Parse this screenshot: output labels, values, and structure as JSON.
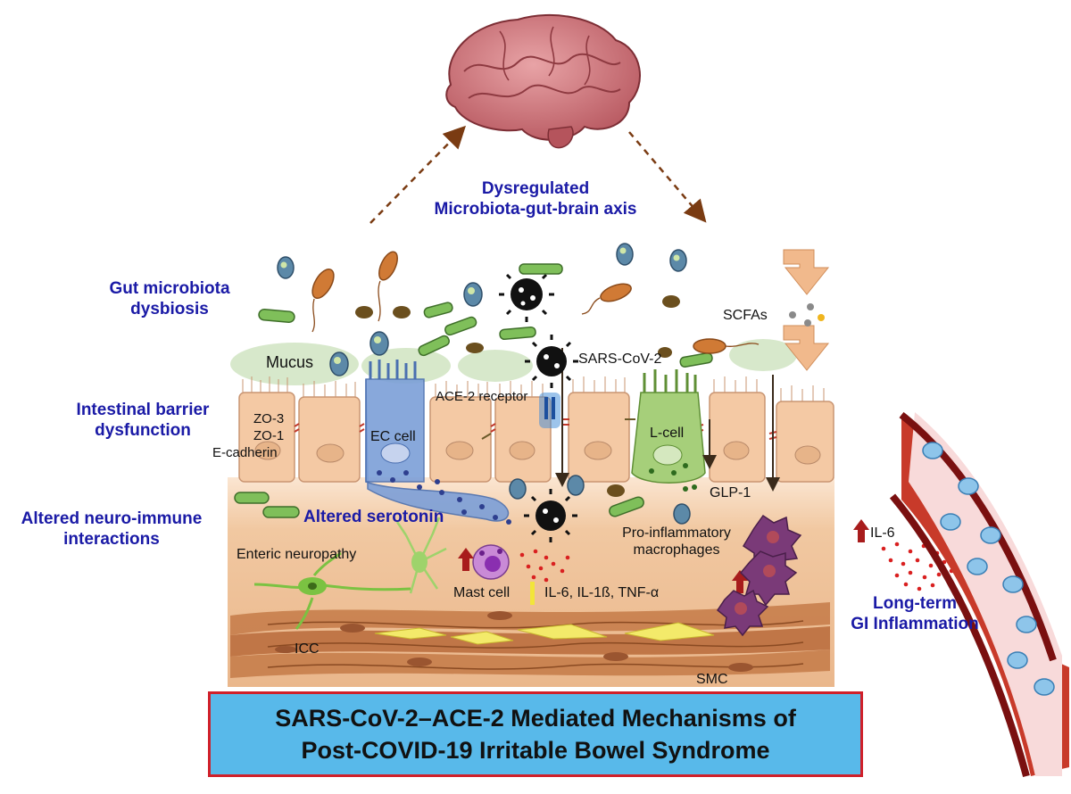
{
  "diagram": {
    "axis_label": [
      "Dysregulated",
      "Microbiota-gut-brain axis"
    ],
    "side_labels": {
      "dysbiosis": [
        "Gut microbiota",
        "dysbiosis"
      ],
      "barrier": [
        "Intestinal barrier",
        "dysfunction"
      ],
      "neuro_immune": [
        "Altered neuro-immune",
        "interactions"
      ],
      "serotonin": "Altered serotonin",
      "gi_inflammation": [
        "Long-term",
        "GI Inflammation"
      ]
    },
    "labels": {
      "mucus": "Mucus",
      "sars": "SARS-CoV-2",
      "ace2": "ACE-2 receptor",
      "scfas": "SCFAs",
      "zo3": "ZO-3",
      "zo1": "ZO-1",
      "ecadherin": "E-cadherin",
      "ec_cell": "EC cell",
      "l_cell": "L-cell",
      "glp1": "GLP-1",
      "enteric": "Enteric neuropathy",
      "mast": "Mast cell",
      "cytokines": "IL-6, IL-1ß, TNF-α",
      "macrophages": [
        "Pro-inflammatory",
        "macrophages"
      ],
      "il6": "IL-6",
      "icc": "ICC",
      "smc": "SMC"
    },
    "title": [
      "SARS-CoV-2–ACE-2 Mediated Mechanisms of",
      "Post-COVID-19 Irritable Bowel Syndrome"
    ],
    "colors": {
      "label_blue": "#1a1aa6",
      "title_bg": "#58b9ea",
      "title_border": "#d0202a",
      "tissue": "#f1c8a1",
      "muscle": "#c97a45",
      "vessel": "#8e1c1c"
    }
  }
}
